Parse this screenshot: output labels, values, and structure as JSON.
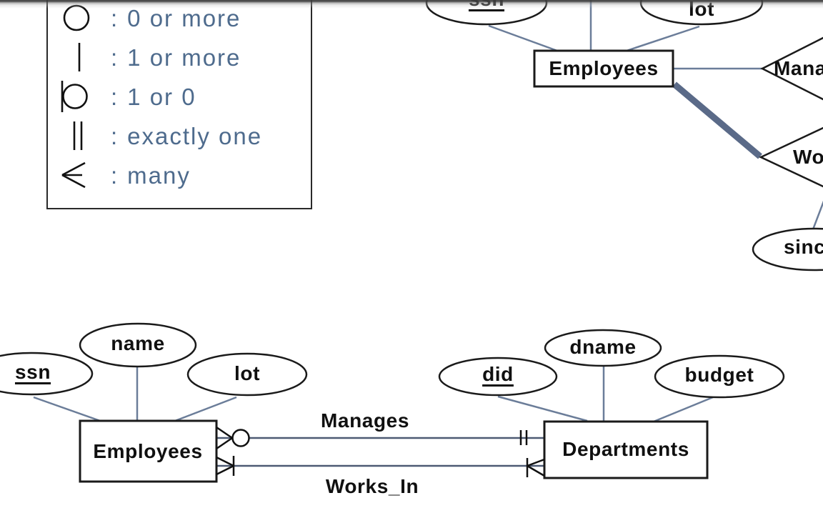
{
  "legend": {
    "separator": ":",
    "items": [
      {
        "symbol": "zero-or-more-circle",
        "label": "0 or more"
      },
      {
        "symbol": "single-bar",
        "label": "1 or more"
      },
      {
        "symbol": "bar-and-circle",
        "label": "1 or 0"
      },
      {
        "symbol": "double-bar",
        "label": "exactly one"
      },
      {
        "symbol": "crow-foot",
        "label": "many"
      }
    ]
  },
  "top_diagram": {
    "entity_employees": "Employees",
    "attribute_ssn": "ssn",
    "attribute_lot": "lot",
    "attribute_since": "since",
    "relationship_manages": "Manages",
    "relationship_works_in": "Works_In"
  },
  "bottom_diagram": {
    "entity_employees": "Employees",
    "entity_departments": "Departments",
    "attribute_ssn": "ssn",
    "attribute_name": "name",
    "attribute_lot": "lot",
    "attribute_did": "did",
    "attribute_dname": "dname",
    "attribute_budget": "budget",
    "relationship_manages": "Manages",
    "relationship_works_in": "Works_In"
  },
  "colors": {
    "legend_text": "#4e6b8d",
    "attribute_connector": "#6b7d99",
    "relationship_line": "#4d5a73",
    "thick_participation_line": "#5a6a88",
    "shape_stroke": "#1a1a1a"
  }
}
